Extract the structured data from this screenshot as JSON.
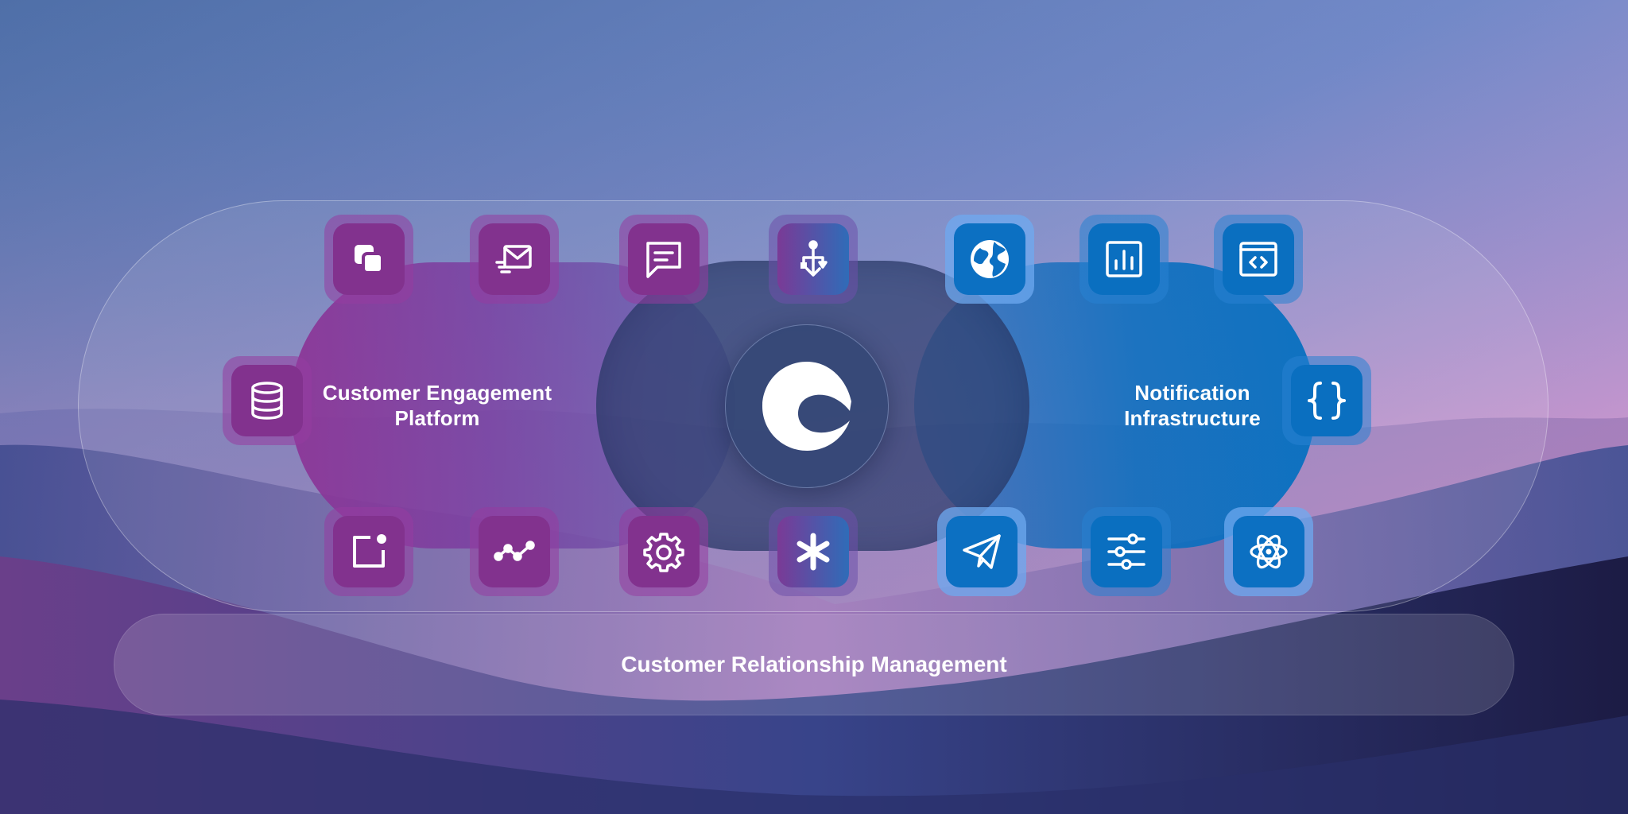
{
  "center": {
    "logo_icon": "brand-logo-icon"
  },
  "left_group": {
    "label_line1": "Customer Engagement",
    "label_line2": "Platform"
  },
  "right_group": {
    "label_line1": "Notification",
    "label_line2": "Infrastructure"
  },
  "bottom_bar": {
    "label": "Customer Relationship Management"
  },
  "icons_left": [
    "layers-icon",
    "mail-icon",
    "chat-icon",
    "database-icon",
    "notification-dot-icon",
    "analytics-line-icon",
    "gear-icon"
  ],
  "icons_center": [
    "branch-merge-icon",
    "asterisk-icon"
  ],
  "icons_right": [
    "globe-icon",
    "bar-chart-icon",
    "code-window-icon",
    "braces-icon",
    "send-icon",
    "sliders-icon",
    "atom-icon"
  ],
  "colors": {
    "purple": "#82328e",
    "blue": "#0a6fc0",
    "sky_top": "#5a7cb8",
    "sky_pink": "#e88fb8",
    "mountain_dark": "#1e1f4a"
  }
}
